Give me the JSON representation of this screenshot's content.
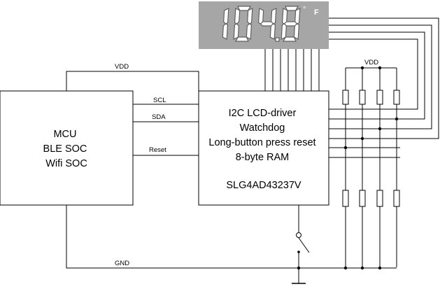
{
  "display": {
    "digits": [
      "1",
      "0",
      "4",
      "8"
    ],
    "decimal_after_digit": 3,
    "degree_symbol": "°",
    "unit": "F",
    "panel_color": "#a6a6a6"
  },
  "mcu": {
    "lines": [
      "MCU",
      "BLE SOC",
      "Wifi SOC"
    ]
  },
  "driver": {
    "lines": [
      "I2C LCD-driver",
      "Watchdog",
      "Long-button press reset",
      "8-byte RAM",
      "",
      "SLG4AD43237V"
    ]
  },
  "signals": {
    "scl": "SCL",
    "sda": "SDA",
    "reset": "Reset"
  },
  "rails": {
    "vdd_left": "VDD",
    "vdd_right": "VDD",
    "gnd": "GND"
  }
}
